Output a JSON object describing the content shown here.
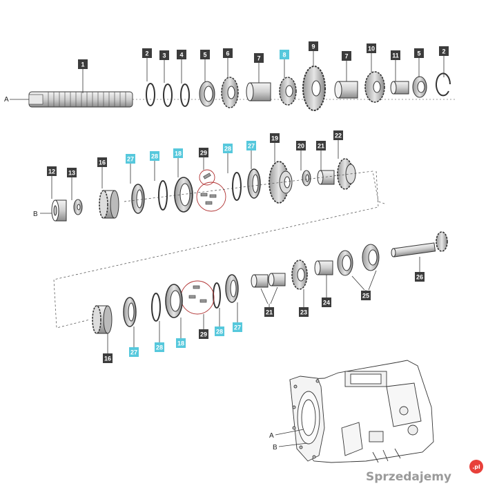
{
  "colors": {
    "tag_dark": "#3c3c3c",
    "tag_highlight": "#56c8dc",
    "tag_text": "#ffffff",
    "line": "#333333",
    "circle": "#b03030",
    "watermark_badge": "#e8403a"
  },
  "shaft_labels": {
    "a": "A",
    "b": "B"
  },
  "tags": [
    {
      "id": "t-r1-1",
      "label": "1",
      "highlight": false
    },
    {
      "id": "t-r1-2a",
      "label": "2",
      "highlight": false
    },
    {
      "id": "t-r1-3",
      "label": "3",
      "highlight": false
    },
    {
      "id": "t-r1-4",
      "label": "4",
      "highlight": false
    },
    {
      "id": "t-r1-5a",
      "label": "5",
      "highlight": false
    },
    {
      "id": "t-r1-6",
      "label": "6",
      "highlight": false
    },
    {
      "id": "t-r1-7a",
      "label": "7",
      "highlight": false
    },
    {
      "id": "t-r1-8",
      "label": "8",
      "highlight": true
    },
    {
      "id": "t-r1-9",
      "label": "9",
      "highlight": false
    },
    {
      "id": "t-r1-7b",
      "label": "7",
      "highlight": false
    },
    {
      "id": "t-r1-10",
      "label": "10",
      "highlight": false
    },
    {
      "id": "t-r1-11",
      "label": "11",
      "highlight": false
    },
    {
      "id": "t-r1-5b",
      "label": "5",
      "highlight": false
    },
    {
      "id": "t-r1-2b",
      "label": "2",
      "highlight": false
    },
    {
      "id": "t-r2-12",
      "label": "12",
      "highlight": false
    },
    {
      "id": "t-r2-13",
      "label": "13",
      "highlight": false
    },
    {
      "id": "t-r2-16",
      "label": "16",
      "highlight": false
    },
    {
      "id": "t-r2-27a",
      "label": "27",
      "highlight": true
    },
    {
      "id": "t-r2-28a",
      "label": "28",
      "highlight": true
    },
    {
      "id": "t-r2-18",
      "label": "18",
      "highlight": true
    },
    {
      "id": "t-r2-29",
      "label": "29",
      "highlight": false
    },
    {
      "id": "t-r2-28b",
      "label": "28",
      "highlight": true
    },
    {
      "id": "t-r2-27b",
      "label": "27",
      "highlight": true
    },
    {
      "id": "t-r2-19",
      "label": "19",
      "highlight": false
    },
    {
      "id": "t-r2-20",
      "label": "20",
      "highlight": false
    },
    {
      "id": "t-r2-21",
      "label": "21",
      "highlight": false
    },
    {
      "id": "t-r2-22",
      "label": "22",
      "highlight": false
    },
    {
      "id": "t-r3-26",
      "label": "26",
      "highlight": false
    },
    {
      "id": "t-r3-25",
      "label": "25",
      "highlight": false
    },
    {
      "id": "t-r3-24",
      "label": "24",
      "highlight": false
    },
    {
      "id": "t-r3-23",
      "label": "23",
      "highlight": false
    },
    {
      "id": "t-r3-21",
      "label": "21",
      "highlight": false
    },
    {
      "id": "t-r3-27c",
      "label": "27",
      "highlight": true
    },
    {
      "id": "t-r3-28c",
      "label": "28",
      "highlight": true
    },
    {
      "id": "t-r3-29",
      "label": "29",
      "highlight": false
    },
    {
      "id": "t-r3-18",
      "label": "18",
      "highlight": true
    },
    {
      "id": "t-r3-28d",
      "label": "28",
      "highlight": true
    },
    {
      "id": "t-r3-27d",
      "label": "27",
      "highlight": true
    },
    {
      "id": "t-r3-16",
      "label": "16",
      "highlight": false
    }
  ],
  "watermark": {
    "text": "Sprzedajemy",
    "badge": ".pl"
  }
}
